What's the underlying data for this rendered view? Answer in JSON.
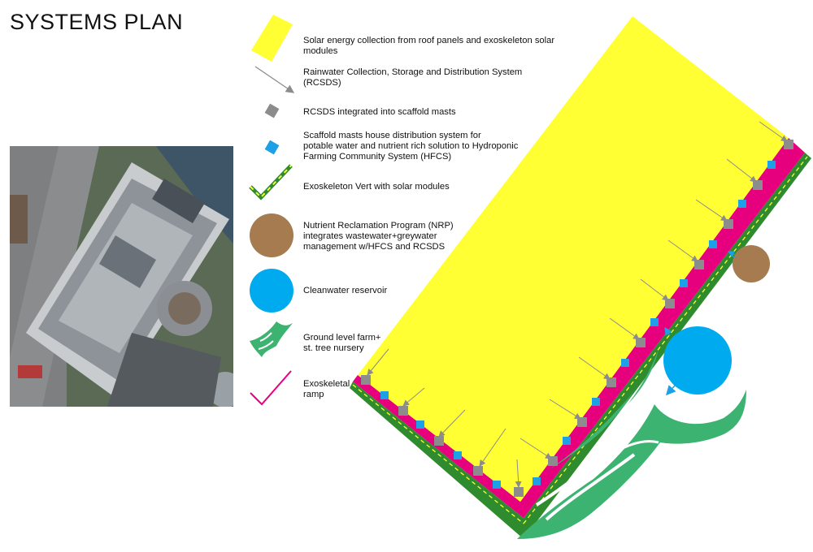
{
  "title": "SYSTEMS PLAN",
  "colors": {
    "solar": "#ffff33",
    "arrow": "#8c8c8c",
    "mast": "#8c8c8c",
    "distribution": "#1ea0e6",
    "exoskeleton_green": "#2e8b2e",
    "nrp": "#a67b4f",
    "cleanwater": "#00aaee",
    "farm": "#3cb371",
    "ramp": "#e6007e"
  },
  "legend": [
    {
      "icon": "solar-energy-icon",
      "text": "Solar energy collection from roof panels and exoskeleton solar modules"
    },
    {
      "icon": "rainwater-arrow-icon",
      "text": "Rainwater Collection, Storage and Distribution System\n(RCSDS)"
    },
    {
      "icon": "rcsds-mast-icon",
      "text": "RCSDS integrated into scaffold masts"
    },
    {
      "icon": "distribution-mast-icon",
      "text": "Scaffold masts  house distribution system for\npotable water and nutrient rich solution to Hydroponic\nFarming Community System (HFCS)"
    },
    {
      "icon": "exoskeleton-vert-icon",
      "text": "Exoskeleton Vert with solar modules"
    },
    {
      "icon": "nrp-circle-icon",
      "text": "Nutrient Reclamation Program (NRP)\nintegrates wastewater+greywater\nmanagement w/HFCS and RCSDS"
    },
    {
      "icon": "cleanwater-circle-icon",
      "text": "Cleanwater reservoir"
    },
    {
      "icon": "farm-shape-icon",
      "text": "Ground level farm+\nst. tree nursery"
    },
    {
      "icon": "ramp-icon",
      "text": "Exoskeletal\nramp"
    }
  ]
}
